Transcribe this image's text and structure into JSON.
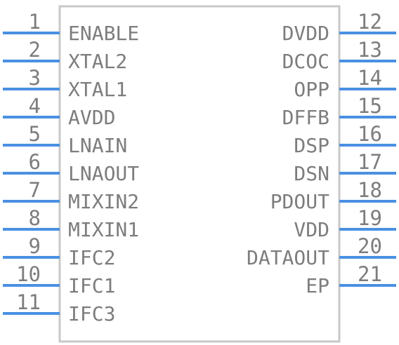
{
  "component": {
    "body_stroke_color": "#c8c8c8",
    "pin_color": "#4a90e2",
    "text_color": "#7d7d7d"
  },
  "left_pins": [
    {
      "number": "1",
      "name": "ENABLE"
    },
    {
      "number": "2",
      "name": "XTAL2"
    },
    {
      "number": "3",
      "name": "XTAL1"
    },
    {
      "number": "4",
      "name": "AVDD"
    },
    {
      "number": "5",
      "name": "LNAIN"
    },
    {
      "number": "6",
      "name": "LNAOUT"
    },
    {
      "number": "7",
      "name": "MIXIN2"
    },
    {
      "number": "8",
      "name": "MIXIN1"
    },
    {
      "number": "9",
      "name": "IFC2"
    },
    {
      "number": "10",
      "name": "IFC1"
    },
    {
      "number": "11",
      "name": "IFC3"
    }
  ],
  "right_pins": [
    {
      "number": "12",
      "name": "DVDD"
    },
    {
      "number": "13",
      "name": "DCOC"
    },
    {
      "number": "14",
      "name": "OPP"
    },
    {
      "number": "15",
      "name": "DFFB"
    },
    {
      "number": "16",
      "name": "DSP"
    },
    {
      "number": "17",
      "name": "DSN"
    },
    {
      "number": "18",
      "name": "PDOUT"
    },
    {
      "number": "19",
      "name": "VDD"
    },
    {
      "number": "20",
      "name": "DATAOUT"
    },
    {
      "number": "21",
      "name": "EP"
    }
  ]
}
